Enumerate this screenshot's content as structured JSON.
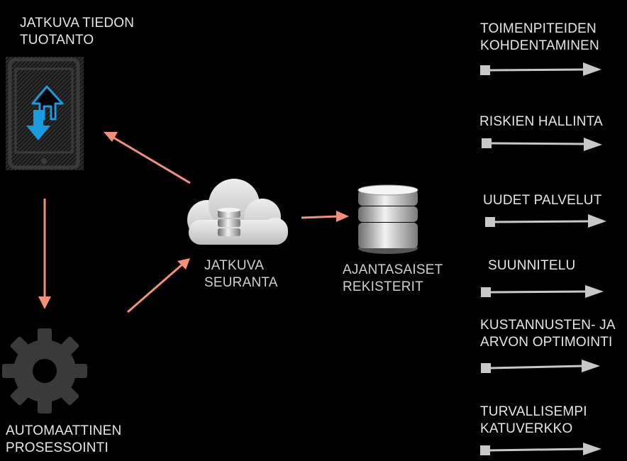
{
  "nodes": {
    "tablet_label": [
      "JATKUVA TIEDON",
      "TUOTANTO"
    ],
    "gear_label": [
      "AUTOMAATTINEN",
      "PROSESSOINTI"
    ],
    "cloud_label": [
      "JATKUVA",
      "SEURANTA"
    ],
    "database_label": [
      "AJANTASAISET",
      "REKISTERIT"
    ]
  },
  "outcomes": [
    {
      "lines": [
        "TOIMENPITEIDEN",
        "KOHDENTAMINEN"
      ]
    },
    {
      "lines": [
        "RISKIEN HALLINTA"
      ]
    },
    {
      "lines": [
        "UUDET PALVELUT"
      ]
    },
    {
      "lines": [
        "SUUNNITELU"
      ]
    },
    {
      "lines": [
        "KUSTANNUSTEN- JA",
        "ARVON OPTIMOINTI"
      ]
    },
    {
      "lines": [
        "TURVALLISEMPI",
        "KATUVERKKO"
      ]
    }
  ],
  "colors": {
    "background": "#000000",
    "flow_arrow": "#f4907a",
    "outcome_arrow": "#c8c8c8",
    "tablet_icon": "#1a9be0",
    "gear": "#3a3a3a",
    "cloud": "#d8d8d8"
  },
  "icons": [
    "tablet-icon",
    "upload-arrow-icon",
    "download-arrow-icon",
    "gear-icon",
    "cloud-icon",
    "database-icon"
  ]
}
